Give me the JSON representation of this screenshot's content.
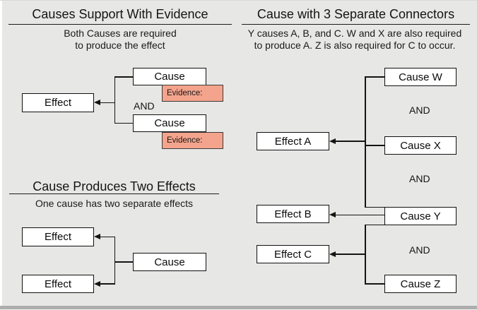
{
  "colors": {
    "background": "#e7e7e5",
    "box_fill": "#ffffff",
    "box_border": "#101010",
    "evidence_fill": "#f4a48c",
    "line": "#141414",
    "bottom_band": "#aeaeae"
  },
  "icons": {
    "arrowhead": "left-arrowhead-triangle"
  },
  "sections": {
    "evidence": {
      "title": "Causes Support With Evidence",
      "subtitle_line1": "Both Causes are required",
      "subtitle_line2": "to produce the effect",
      "effect_label": "Effect",
      "cause1_label": "Cause",
      "evidence1_label": "Evidence:",
      "and_label": "AND",
      "cause2_label": "Cause",
      "evidence2_label": "Evidence:"
    },
    "two_effects": {
      "title": "Cause Produces Two Effects",
      "subtitle": "One cause has two separate effects",
      "effect1_label": "Effect",
      "effect2_label": "Effect",
      "cause_label": "Cause"
    },
    "connectors": {
      "title": "Cause with 3 Separate Connectors",
      "subtitle_line1": "Y causes A, B, and C. W and X are also required",
      "subtitle_line2": "to produce A. Z is also required for C to occur.",
      "cause_w_label": "Cause W",
      "and1_label": "AND",
      "cause_x_label": "Cause X",
      "effect_a_label": "Effect A",
      "and2_label": "AND",
      "cause_y_label": "Cause Y",
      "effect_b_label": "Effect B",
      "and3_label": "AND",
      "effect_c_label": "Effect C",
      "cause_z_label": "Cause Z"
    }
  }
}
